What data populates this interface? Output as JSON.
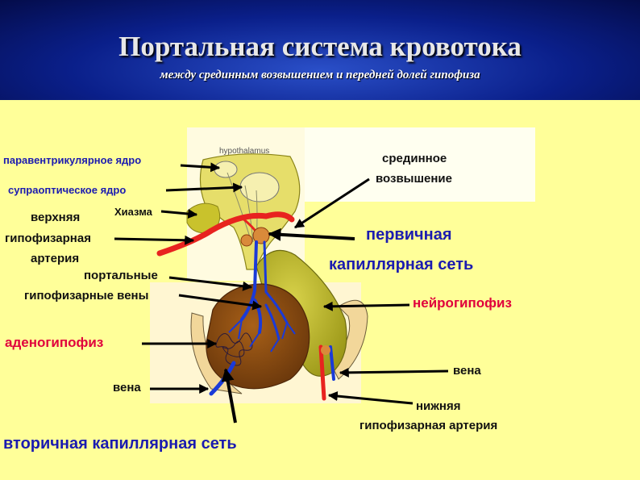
{
  "header": {
    "title": "Портальная система кровотока",
    "subtitle": "между срединным возвышением  и передней долей гипофиза"
  },
  "labels": {
    "paraventricular": "паравентрикулярное ядро",
    "supraoptic": "супраоптическое ядро",
    "superior_1": "верхняя",
    "superior_2": "гипофизарная",
    "superior_3": "артерия",
    "chiasm": "Хиазма",
    "portal_1": "портальные",
    "portal_2": "гипофизарные вены",
    "adenohypophysis": "аденогипофиз",
    "vein_left": "вена",
    "secondary": "вторичная капиллярная сеть",
    "median_1": "срединное",
    "median_2": "возвышение",
    "primary_1": "первичная",
    "primary_2": "капиллярная сеть",
    "neurohypophysis": "нейрогипофиз",
    "vein_right": "вена",
    "inferior_1": "нижняя",
    "inferior_2": "гипофизарная артерия",
    "hypothalamus": "hypothalamus"
  },
  "colors": {
    "header_bg": "#0a1f8a",
    "page_bg": "#ffff99",
    "label_blue": "#1b1bb0",
    "label_red": "#e0003c",
    "artery": "#e8231f",
    "vein": "#1a3ad8",
    "adeno": "#8a4a12",
    "neuro": "#b8b420"
  }
}
